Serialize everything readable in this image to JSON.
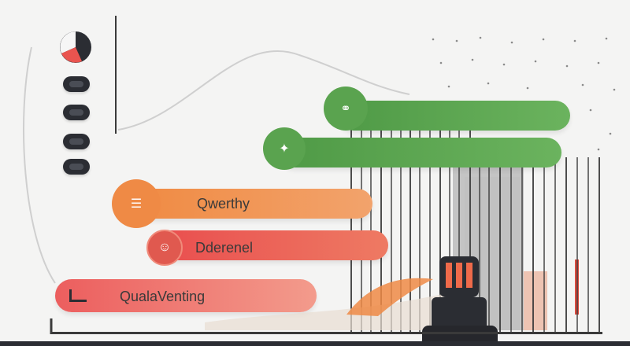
{
  "bars": [
    {
      "label": "",
      "color": "#5aa34f",
      "icon": "link-icon"
    },
    {
      "label": "",
      "color": "#5aa34f",
      "icon": "sparkle-icon"
    },
    {
      "label": "Qwerthy",
      "color": "#ef8a45",
      "icon": "stack-icon"
    },
    {
      "label": "Dderenel",
      "color": "#e95a55",
      "icon": "smile-icon"
    },
    {
      "label": "QualaVenting",
      "color": "#ee6a62",
      "icon": "flag-icon"
    }
  ],
  "colors": {
    "background": "#f4f4f3",
    "green": "#5aa34f",
    "orange": "#ef8a45",
    "red": "#e95a55",
    "dark": "#2b2d33"
  }
}
